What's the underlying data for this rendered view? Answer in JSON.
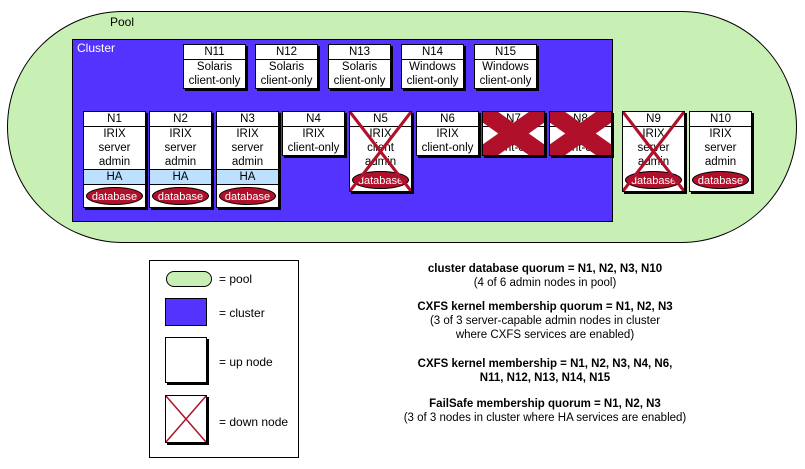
{
  "pool_label": "Pool",
  "cluster_label": "Cluster",
  "nodes": [
    {
      "name": "N11",
      "lines": [
        "Solaris",
        "client-only"
      ]
    },
    {
      "name": "N12",
      "lines": [
        "Solaris",
        "client-only"
      ]
    },
    {
      "name": "N13",
      "lines": [
        "Solaris",
        "client-only"
      ]
    },
    {
      "name": "N14",
      "lines": [
        "Windows",
        "client-only"
      ]
    },
    {
      "name": "N15",
      "lines": [
        "Windows",
        "client-only"
      ]
    },
    {
      "name": "N1",
      "lines": [
        "IRIX",
        "server",
        "admin"
      ],
      "ha": "HA",
      "db": "database"
    },
    {
      "name": "N2",
      "lines": [
        "IRIX",
        "server",
        "admin"
      ],
      "ha": "HA",
      "db": "database"
    },
    {
      "name": "N3",
      "lines": [
        "IRIX",
        "server",
        "admin"
      ],
      "ha": "HA",
      "db": "database"
    },
    {
      "name": "N4",
      "lines": [
        "IRIX",
        "client-only"
      ]
    },
    {
      "name": "N5",
      "lines": [
        "IRIX",
        "client",
        "admin"
      ],
      "db": "database",
      "down": true
    },
    {
      "name": "N6",
      "lines": [
        "IRIX",
        "client-only"
      ]
    },
    {
      "name": "N7",
      "lines": [
        "IRIX",
        "client-only"
      ],
      "down": true
    },
    {
      "name": "N8",
      "lines": [
        "IRIX",
        "client-only"
      ],
      "down": true
    },
    {
      "name": "N9",
      "lines": [
        "IRIX",
        "server",
        "admin"
      ],
      "db": "database",
      "down": true
    },
    {
      "name": "N10",
      "lines": [
        "IRIX",
        "server",
        "admin"
      ],
      "db": "database"
    }
  ],
  "legend": {
    "pool": "= pool",
    "cluster": "= cluster",
    "up_node": "= up node",
    "down_node": "= down node"
  },
  "quorum": {
    "db_title": "cluster database quorum = N1, N2, N3, N10",
    "db_sub": "(4 of 6 admin nodes in pool)",
    "kernel_q_title": "CXFS kernel membership quorum = N1, N2, N3",
    "kernel_q_sub1": "(3 of 3 server-capable admin nodes in cluster",
    "kernel_q_sub2": "where CXFS services are enabled)",
    "kernel_m_title1": "CXFS kernel membership = N1, N2, N3, N4, N6,",
    "kernel_m_title2": "N11, N12, N13, N14, N15",
    "failsafe_title": "FailSafe membership quorum = N1, N2, N3",
    "failsafe_sub": "(3 of 3 nodes in cluster where HA services are enabled)"
  },
  "colors": {
    "pool": "#c8f0b4",
    "cluster": "#5533ff",
    "ha": "#bde0ff",
    "database": "#b0102a",
    "down_x": "#b0102a"
  }
}
